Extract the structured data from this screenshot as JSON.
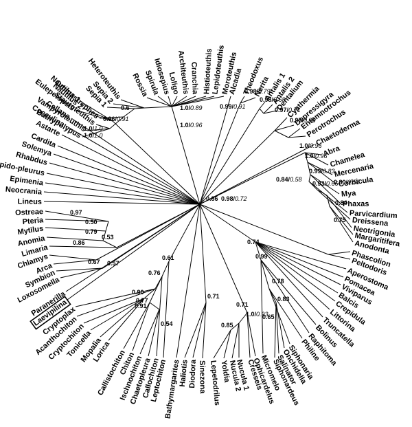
{
  "tree": {
    "taxa": [
      {
        "key": "heteroteuthis",
        "label": "Heteroteuthis"
      },
      {
        "key": "sepia2",
        "label": "Sepia 2"
      },
      {
        "key": "sepia1",
        "label": "Sepia 1"
      },
      {
        "key": "ommastrephes",
        "label": "Ommastrephes"
      },
      {
        "key": "stauroteuthis",
        "label": "Stauroteuthis"
      },
      {
        "key": "vampyroteuthis",
        "label": "Vampyroteuthis"
      },
      {
        "key": "bathypolypus",
        "label": "Bathypolypus"
      },
      {
        "key": "rossia",
        "label": "Rossia"
      },
      {
        "key": "spirula",
        "label": "Spirula"
      },
      {
        "key": "idiosepius",
        "label": "Idiosepius"
      },
      {
        "key": "loligo",
        "label": "Loligo"
      },
      {
        "key": "architeuthis",
        "label": "Architeuthis"
      },
      {
        "key": "cranchia",
        "label": "Cranchia"
      },
      {
        "key": "histioteuthis",
        "label": "Histioteuthis"
      },
      {
        "key": "lepidoteuthis",
        "label": "Lepidoteuthis"
      },
      {
        "key": "moroteuthis",
        "label": "Moroteuthis"
      },
      {
        "key": "alcadia",
        "label": "Alcadia"
      },
      {
        "key": "theodoxus",
        "label": "Theodoxus"
      },
      {
        "key": "nerita",
        "label": "Nerita"
      },
      {
        "key": "antalis1",
        "label": "Antalis 1"
      },
      {
        "key": "antalis2",
        "label": "Antalis 2"
      },
      {
        "key": "dentalium",
        "label": "Dentalium"
      },
      {
        "key": "cyathermia",
        "label": "Cyathermia"
      },
      {
        "key": "depressigyra",
        "label": "Depressigyra"
      },
      {
        "key": "entemnotrochus",
        "label": "Entemnotrochus"
      },
      {
        "key": "perotrochus",
        "label": "Perotrochus"
      },
      {
        "key": "chaetoderma",
        "label": "Chaetoderma"
      },
      {
        "key": "abra",
        "label": "Abra"
      },
      {
        "key": "chamelea",
        "label": "Chamelea"
      },
      {
        "key": "mercenaria",
        "label": "Mercenaria"
      },
      {
        "key": "corbicula",
        "label": "Corbicula"
      },
      {
        "key": "mya",
        "label": "Mya"
      },
      {
        "key": "phaxas",
        "label": "Phaxas"
      },
      {
        "key": "parvicardium",
        "label": "Parvicardium"
      },
      {
        "key": "dreissena",
        "label": "Dreissena"
      },
      {
        "key": "neotrigonia",
        "label": "Neotrigonia"
      },
      {
        "key": "margaritifera",
        "label": "Margaritifera"
      },
      {
        "key": "anodonta",
        "label": "Anodonta"
      },
      {
        "key": "phascolion",
        "label": "Phascolion"
      },
      {
        "key": "peltodoris",
        "label": "Peltodoris"
      },
      {
        "key": "aperostoma",
        "label": "Aperostoma"
      },
      {
        "key": "pomacea",
        "label": "Pomacea"
      },
      {
        "key": "viviparus",
        "label": "Viviparus"
      },
      {
        "key": "balcis",
        "label": "Balcis"
      },
      {
        "key": "crepidula",
        "label": "Crepidula"
      },
      {
        "key": "littorina",
        "label": "Littorina"
      },
      {
        "key": "truncatella",
        "label": "Truncatella"
      },
      {
        "key": "bolinus",
        "label": "Bolinus"
      },
      {
        "key": "raphitoma",
        "label": "Raphitoma"
      },
      {
        "key": "philine",
        "label": "Philine"
      },
      {
        "key": "siphonaria",
        "label": "Siphonaria"
      },
      {
        "key": "onchidella",
        "label": "Onchidella"
      },
      {
        "key": "salinator",
        "label": "Salinator"
      },
      {
        "key": "siphonardeus",
        "label": "Siphonardeus"
      },
      {
        "key": "micromelo",
        "label": "Micromelo"
      },
      {
        "key": "ophicardelus",
        "label": "Ophicardelus"
      },
      {
        "key": "cresseis",
        "label": "Cresseis"
      },
      {
        "key": "nucula1",
        "label": "Nucula 1"
      },
      {
        "key": "nucula2",
        "label": "Nucula 2"
      },
      {
        "key": "yoldia",
        "label": "Yoldia"
      },
      {
        "key": "lepetodrilus",
        "label": "Lepetodrilus"
      },
      {
        "key": "sinezona",
        "label": "Sinezona"
      },
      {
        "key": "diodora",
        "label": "Diodora"
      },
      {
        "key": "haliotis",
        "label": "Haliotis"
      },
      {
        "key": "bathymargarites",
        "label": "Bathymargarites"
      },
      {
        "key": "leptochiton",
        "label": "Leptochiton"
      },
      {
        "key": "callochiton",
        "label": "Callochiton"
      },
      {
        "key": "chaetopleura",
        "label": "Chaetopleura"
      },
      {
        "key": "ischnochiton",
        "label": "Ischnochiton"
      },
      {
        "key": "chiton",
        "label": "Chiton"
      },
      {
        "key": "callistochiton",
        "label": "Callistochiton"
      },
      {
        "key": "lorica",
        "label": "Lorica"
      },
      {
        "key": "mopalia",
        "label": "Mopalia"
      },
      {
        "key": "tonicella",
        "label": "Tonicella"
      },
      {
        "key": "cryptochiton",
        "label": "Cryptochiton"
      },
      {
        "key": "acanthochiton",
        "label": "Acanthochiton"
      },
      {
        "key": "cryptoplax",
        "label": "Cryptoplax"
      },
      {
        "key": "laevipilina",
        "label": "Laevipilina"
      },
      {
        "key": "paranerilla",
        "label": "Paranerilla"
      },
      {
        "key": "loxosomella",
        "label": "Loxosomella"
      },
      {
        "key": "symbion",
        "label": "Symbion"
      },
      {
        "key": "arca",
        "label": "Arca"
      },
      {
        "key": "chlamys",
        "label": "Chlamys"
      },
      {
        "key": "limaria",
        "label": "Limaria"
      },
      {
        "key": "anomia",
        "label": "Anomia"
      },
      {
        "key": "mytilus",
        "label": "Mytilus"
      },
      {
        "key": "pteria",
        "label": "Pteria"
      },
      {
        "key": "ostreae",
        "label": "Ostreae"
      },
      {
        "key": "lineus",
        "label": "Lineus"
      },
      {
        "key": "neocrania",
        "label": "Neocrania"
      },
      {
        "key": "epimenia",
        "label": "Epimenia"
      },
      {
        "key": "lepidopleurus",
        "label": "Lepido-\npleurus"
      },
      {
        "key": "rhabdus",
        "label": "Rhabdus"
      },
      {
        "key": "solemya",
        "label": "Solemya"
      },
      {
        "key": "cardita",
        "label": "Cardita"
      },
      {
        "key": "astarte",
        "label": "Astarte"
      },
      {
        "key": "cocculina",
        "label": "Cocculina"
      },
      {
        "key": "cellana",
        "label": "Cellana"
      },
      {
        "key": "eulepetopsis",
        "label": "Eulepetopsis"
      },
      {
        "key": "nautilus1",
        "label": "Nautilus 1"
      },
      {
        "key": "nautilus2",
        "label": "Nautilus 2"
      }
    ],
    "highlighted": "laevipilina",
    "supports": [
      {
        "key": "s_ceph1",
        "bold": "1.0/",
        "ital": "0.89"
      },
      {
        "key": "s_ceph2",
        "bold": "0.6",
        "ital": ""
      },
      {
        "key": "s_ceph3",
        "bold": "0.96/",
        "ital": "0.91"
      },
      {
        "key": "s_ceph4",
        "bold": "1.0/",
        "ital": "1.0"
      },
      {
        "key": "s_ceph5",
        "bold": "1.0/",
        "ital": "1.0"
      },
      {
        "key": "s_ceph6",
        "bold": "1.0/",
        "ital": "0.96"
      },
      {
        "key": "s_nerit",
        "bold": "0.99/",
        "ital": "0.91"
      },
      {
        "key": "s_scaph1",
        "bold": "0.98/",
        "ital": "0.79"
      },
      {
        "key": "s_scaph2",
        "bold": "0.98/",
        "ital": "0.68"
      },
      {
        "key": "s_vet1",
        "bold": "0.97/",
        "ital": "0.71"
      },
      {
        "key": "s_vet2",
        "bold": "0.95/",
        "ital": "0.93"
      },
      {
        "key": "s_biv1",
        "bold": "1.0/",
        "ital": "0.96"
      },
      {
        "key": "s_biv2",
        "bold": "1.0/",
        "ital": "0.96"
      },
      {
        "key": "s_biv3",
        "bold": "0.99/",
        "ital": "0.83"
      },
      {
        "key": "s_biv4",
        "bold": "0.84/",
        "ital": "0.58"
      },
      {
        "key": "s_biv5",
        "bold": "0.93/",
        "ital": "0.66"
      },
      {
        "key": "s_biv6",
        "bold": "0.80/",
        "ital": "0.58"
      },
      {
        "key": "s_biv7",
        "bold": "0.98/",
        "ital": "0.72"
      },
      {
        "key": "s_uni",
        "bold": "0.84",
        "ital": ""
      },
      {
        "key": "s_root",
        "bold": "0.86",
        "ital": ""
      },
      {
        "key": "s_phas",
        "bold": "0.75",
        "ital": ""
      },
      {
        "key": "s_gast",
        "bold": "0.74",
        "ital": ""
      },
      {
        "key": "s_gast2",
        "bold": "0.99",
        "ital": ""
      },
      {
        "key": "s_het1",
        "bold": "0.78",
        "ital": ""
      },
      {
        "key": "s_het2",
        "bold": "0.83",
        "ital": ""
      },
      {
        "key": "s_het3",
        "bold": "0.65",
        "ital": ""
      },
      {
        "key": "s_prot1",
        "bold": "0.71",
        "ital": ""
      },
      {
        "key": "s_prot2",
        "bold": "1.0/",
        "ital": "0.93"
      },
      {
        "key": "s_prot3",
        "bold": "0.85",
        "ital": ""
      },
      {
        "key": "s_prot4",
        "bold": "0.71",
        "ital": ""
      },
      {
        "key": "s_lept",
        "bold": "0.61",
        "ital": ""
      },
      {
        "key": "s_poly1",
        "bold": "0.76",
        "ital": ""
      },
      {
        "key": "s_poly2",
        "bold": "0.90",
        "ital": ""
      },
      {
        "key": "s_poly3",
        "bold": "0.91",
        "ital": ""
      },
      {
        "key": "s_poly4",
        "bold": "0.77",
        "ital": ""
      },
      {
        "key": "s_poly5",
        "bold": "0.54",
        "ital": ""
      },
      {
        "key": "s_ost",
        "bold": "0.97",
        "ital": ""
      },
      {
        "key": "s_myt",
        "bold": "0.50",
        "ital": ""
      },
      {
        "key": "s_ano",
        "bold": "0.79",
        "ital": ""
      },
      {
        "key": "s_lim",
        "bold": "0.86",
        "ital": ""
      },
      {
        "key": "s_chl",
        "bold": "0.53",
        "ital": ""
      },
      {
        "key": "s_arc",
        "bold": "0.67",
        "ital": ""
      },
      {
        "key": "s_sym",
        "bold": "0.57",
        "ital": ""
      }
    ]
  }
}
